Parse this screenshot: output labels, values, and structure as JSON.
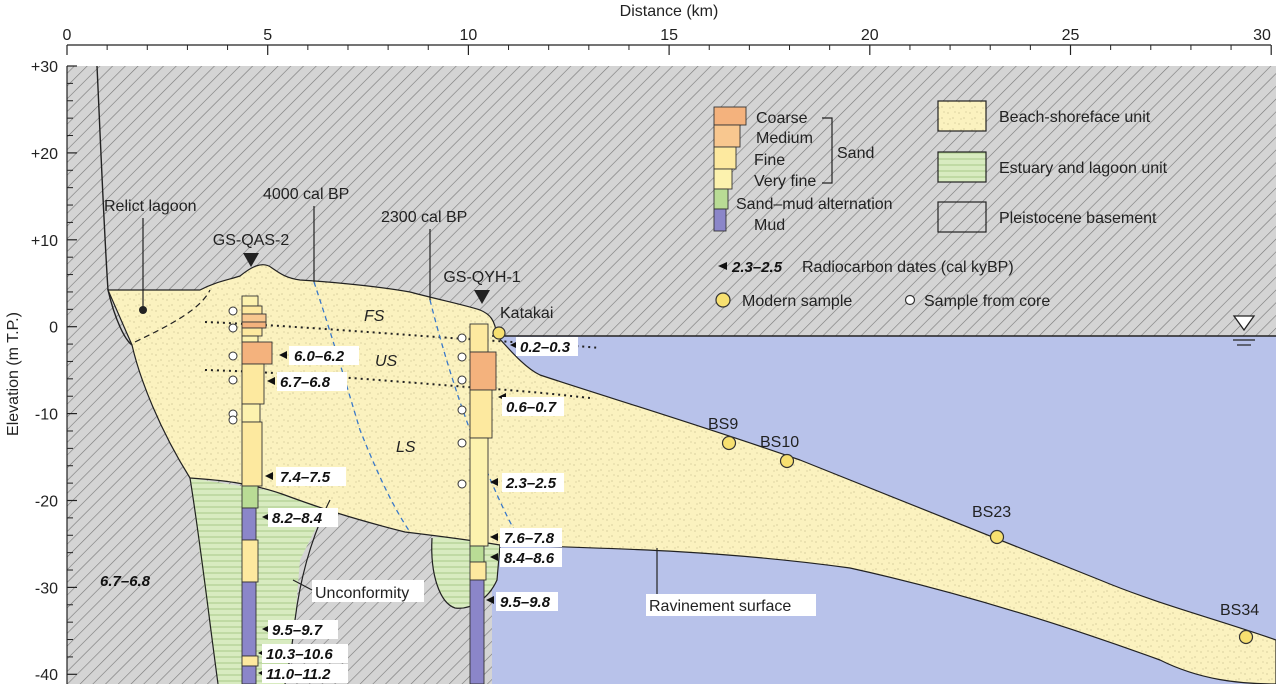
{
  "axes": {
    "x_title": "Distance (km)",
    "x_ticks": [
      "0",
      "5",
      "10",
      "15",
      "20",
      "25",
      "30"
    ],
    "y_title": "Elevation (m T.P.)",
    "y_ticks": [
      "+30",
      "+20",
      "+10",
      "0",
      "-10",
      "-20",
      "-30",
      "-40"
    ]
  },
  "labels": {
    "relict_lagoon": "Relict lagoon",
    "bp4000": "4000 cal BP",
    "bp2300": "2300 cal BP",
    "core1": "GS-QAS-2",
    "core2": "GS-QYH-1",
    "katakai": "Katakai",
    "fs": "FS",
    "us": "US",
    "ls": "LS",
    "unconformity": "Unconformity",
    "ravinement": "Ravinement surface",
    "basement_age": "6.7–6.8"
  },
  "dates_core1": [
    "6.0–6.2",
    "6.7–6.8",
    "7.4–7.5",
    "8.2–8.4",
    "9.5–9.7",
    "10.3–10.6",
    "11.0–11.2"
  ],
  "dates_core2": [
    "0.2–0.3",
    "0.6–0.7",
    "2.3–2.5",
    "7.6–7.8",
    "8.4–8.6",
    "9.5–9.8"
  ],
  "samples": [
    "BS9",
    "BS10",
    "BS23",
    "BS34"
  ],
  "legend": {
    "coarse": "Coarse",
    "medium": "Medium",
    "fine": "Fine",
    "very_fine": "Very fine",
    "sand": "Sand",
    "sand_mud": "Sand–mud alternation",
    "mud": "Mud",
    "beach": "Beach-shoreface unit",
    "estuary": "Estuary and lagoon unit",
    "pleistocene": "Pleistocene basement",
    "radiocarbon_value": "2.3–2.5",
    "radiocarbon_text": "Radiocarbon dates (cal kyBP)",
    "modern_sample": "Modern sample",
    "core_sample": "Sample from core"
  },
  "colors": {
    "beach": "#fbf2bf",
    "estuary": "#d8ebc0",
    "pleistocene": "#d3d3d3",
    "sea": "#b8c2ea",
    "coarse": "#f4b27d",
    "medium": "#f8c78f",
    "fine": "#fde99f",
    "very_fine": "#fcf2ae",
    "sand_mud": "#b9dc95",
    "mud": "#8b86c9",
    "modern_sample": "#f7e070",
    "contour": "#3a78c8"
  }
}
